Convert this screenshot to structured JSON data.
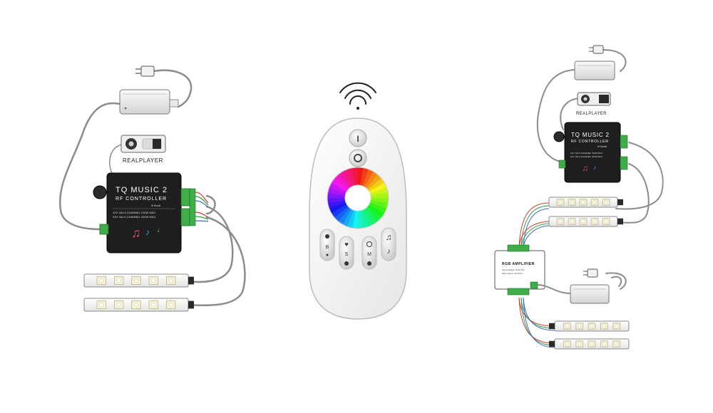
{
  "left": {
    "player_label": "REALPLAYER",
    "controller": {
      "title": "TQ MUSIC 2",
      "subtitle": "RF CONTROLLER",
      "brand": "ili Nunti",
      "spec1": "12V: 6A×3 CHANNEL 216W MAX",
      "spec2": "24V: 6A×3 CHANNEL 432W MAX"
    }
  },
  "right": {
    "player_label": "REALPLAYER",
    "controller": {
      "title": "TQ MUSIC 2",
      "subtitle": "RF CONTROLLER",
      "brand": "ili Nunti",
      "spec1": "12V: 6A×3 CHANNEL 216W MAX",
      "spec2": "24V: 6A×3 CHANNEL 432W MAX"
    },
    "amplifier": {
      "title": "RGB AMPLIFIER",
      "spec": "Input Voltage: DC5-24V",
      "spec2": "Max Output: 4A×3CH"
    }
  },
  "remote": {
    "buttons": [
      "I",
      "O"
    ],
    "key_labels": [
      "B",
      "S",
      "M"
    ],
    "colors": {
      "body": "#f4f4f4",
      "button": "#dedede",
      "accent": "#333333"
    }
  },
  "colors": {
    "cable": "#8c8c8c",
    "controller": "#1e1e1e",
    "terminal": "#3fae49",
    "led": "#f6f3d6",
    "wire_red": "#d23a2f",
    "wire_green": "#2f9a48",
    "wire_blue": "#3a67c8"
  }
}
